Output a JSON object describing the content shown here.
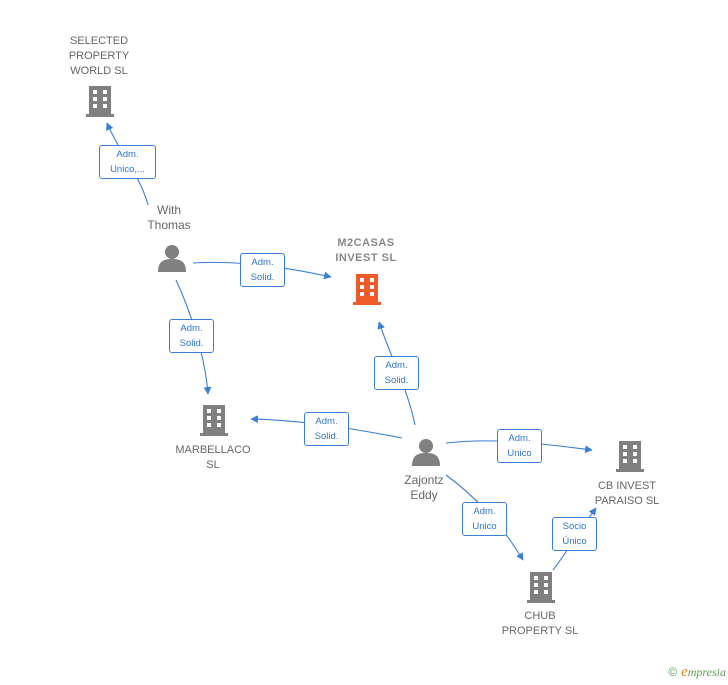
{
  "nodes": {
    "m2casas": {
      "label": "M2CASAS\nINVEST  SL",
      "kind": "company-main"
    },
    "selected": {
      "label": "SELECTED\nPROPERTY\nWORLD SL",
      "kind": "company"
    },
    "thomas": {
      "label": "With\nThomas",
      "kind": "person"
    },
    "marbellaco": {
      "label": "MARBELLACO\nSL",
      "kind": "company"
    },
    "zajontz": {
      "label": "Zajontz\nEddy",
      "kind": "person"
    },
    "cbinvest": {
      "label": "CB INVEST\nPARAISO  SL",
      "kind": "company"
    },
    "chub": {
      "label": "CHUB\nPROPERTY  SL",
      "kind": "company"
    }
  },
  "edges": [
    {
      "id": "thomas-selected",
      "label": "Adm.\nUnico,..."
    },
    {
      "id": "thomas-m2casas",
      "label": "Adm.\nSolid."
    },
    {
      "id": "thomas-marbellaco",
      "label": "Adm.\nSolid."
    },
    {
      "id": "zajontz-m2casas",
      "label": "Adm.\nSolid."
    },
    {
      "id": "zajontz-marbellaco",
      "label": "Adm.\nSolid."
    },
    {
      "id": "zajontz-cbinvest",
      "label": "Adm.\nUnico"
    },
    {
      "id": "zajontz-chub",
      "label": "Adm.\nUnico"
    },
    {
      "id": "chub-cbinvest",
      "label": "Socio\nÚnico"
    }
  ],
  "colors": {
    "edge": "#3a7fd6",
    "company": "#808080",
    "main_company": "#f05a28",
    "person": "#808080"
  },
  "footer": {
    "copyright": "©",
    "brand_initial": "e",
    "brand_rest": "mpresia"
  }
}
